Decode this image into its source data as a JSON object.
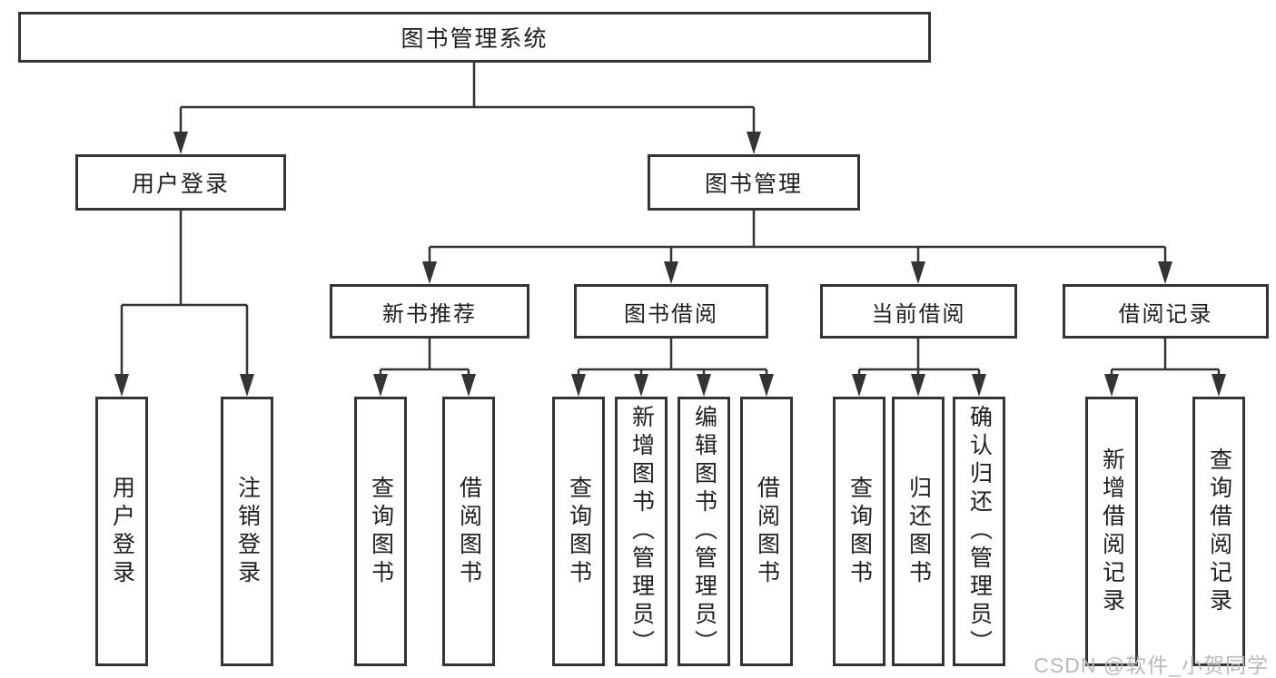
{
  "nodes": {
    "root": "图书管理系统",
    "user_login": "用户登录",
    "book_mgmt": "图书管理",
    "new_books": "新书推荐",
    "book_borrow": "图书借阅",
    "current_borrow": "当前借阅",
    "borrow_records": "借阅记录",
    "leaves": {
      "user_login": [
        "用户登录",
        "注销登录"
      ],
      "new_books": [
        "查询图书",
        "借阅图书"
      ],
      "book_borrow": [
        "查询图书",
        "新增图书（管理员）",
        "编辑图书（管理员）",
        "借阅图书"
      ],
      "current_borrow": [
        "查询图书",
        "归还图书",
        "确认归还（管理员）"
      ],
      "borrow_records": [
        "新增借阅记录",
        "查询借阅记录"
      ]
    }
  },
  "watermark": "CSDN @软件_小贺同学",
  "colors": {
    "line": "#343434",
    "text": "#1e1e1e",
    "watermark": "#b7bbbf",
    "background": "#ffffff"
  }
}
